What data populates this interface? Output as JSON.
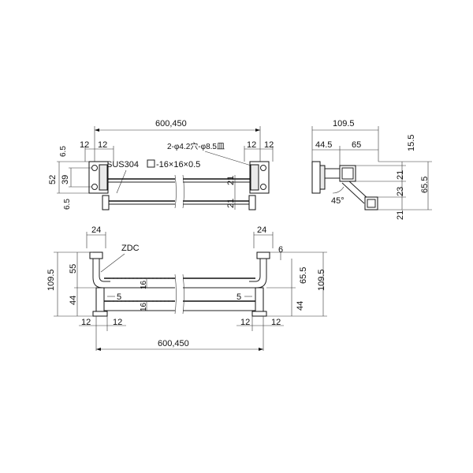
{
  "labels": {
    "top_width": "600,450",
    "top_left_12a": "12",
    "top_left_12b": "12",
    "top_right_12a": "12",
    "top_right_12b": "12",
    "top_hole_note": "2-φ4.2穴-φ8.5皿",
    "top_material": "SUS304",
    "top_section": "-16×16×0.5",
    "top_6_5_a": "6.5",
    "top_6_5_b": "6.5",
    "top_52": "52",
    "top_39": "39",
    "top_21_a": "21",
    "top_21_b": "21",
    "side_109_5": "109.5",
    "side_44_5": "44.5",
    "side_65": "65",
    "side_15_5": "15.5",
    "side_21_a": "21",
    "side_23": "23",
    "side_21_b": "21",
    "side_65_5": "65.5",
    "side_45deg": "45°",
    "front_24_left": "24",
    "front_24_right": "24",
    "front_zdc": "ZDC",
    "front_6": "6",
    "front_55": "55",
    "front_109_5_left": "109.5",
    "front_44_left": "44",
    "front_16_a": "16",
    "front_16_b": "16",
    "front_5_left": "5",
    "front_5_right": "5",
    "front_65_5": "65.5",
    "front_44_right": "44",
    "front_109_5_right": "109.5",
    "front_12a": "12",
    "front_12b": "12",
    "front_12c": "12",
    "front_12d": "12",
    "front_width": "600,450"
  }
}
